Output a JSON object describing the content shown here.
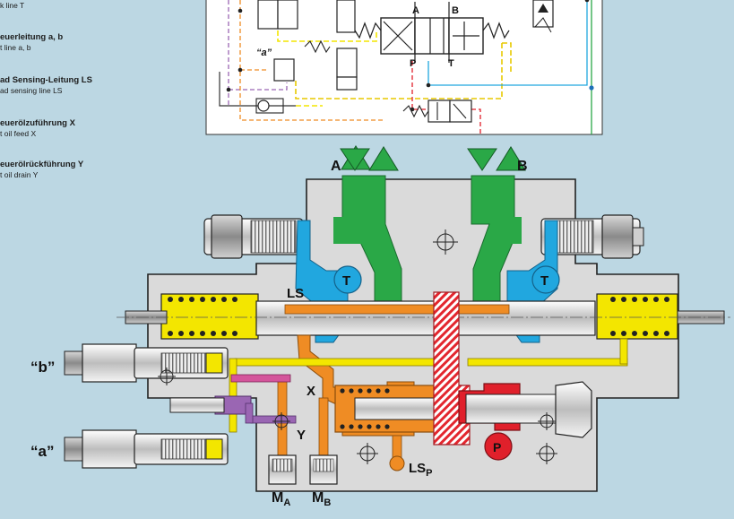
{
  "legend": [
    {
      "de": "",
      "en": "k line T"
    },
    {
      "de": "euerleitung a, b",
      "en": "t line a, b"
    },
    {
      "de": "ad Sensing-Leitung LS",
      "en": "ad sensing line LS"
    },
    {
      "de": "euerölzuführung X",
      "en": "t oil feed X"
    },
    {
      "de": "euerölrückführung Y",
      "en": "t oil drain Y"
    }
  ],
  "schematic": {
    "port_a": "A",
    "port_b": "B",
    "port_p": "P",
    "port_t": "T",
    "signal_a": "“a”"
  },
  "section": {
    "port_a": "A",
    "port_b": "B",
    "tank_left": "T",
    "tank_right": "T",
    "ls": "LS",
    "signal_b": "“b”",
    "signal_a": "“a”",
    "x": "X",
    "y": "Y",
    "pump": "P",
    "lsp_main": "LS",
    "lsp_sub": "P",
    "ma_main": "M",
    "ma_sub": "A",
    "mb_main": "M",
    "mb_sub": "B"
  },
  "colors": {
    "background": "#bcd7e3",
    "pressure_green": "#2aa847",
    "tank_blue": "#21a7df",
    "pump_red": "#e0202b",
    "pilot_yellow": "#f3e600",
    "sensing_orange": "#ef8c24",
    "pilot_purple": "#9a66b3",
    "body_gray": "#dadada"
  }
}
